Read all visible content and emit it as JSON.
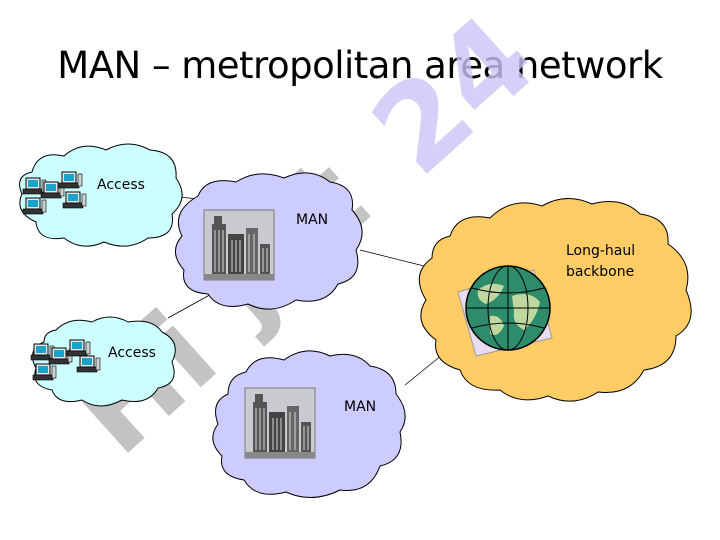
{
  "title": "MAN – metropolitan area network",
  "watermark": {
    "line1": "Hi",
    "line2": "jst",
    "line3": "24"
  },
  "nodes": {
    "access_top": "Access",
    "access_bottom": "Access",
    "man_top": "MAN",
    "man_bottom": "MAN",
    "backbone_line1": "Long-haul",
    "backbone_line2": "backbone"
  },
  "colors": {
    "access_cloud": "#ccffff",
    "man_cloud": "#ccccff",
    "backbone_cloud": "#ffcc66",
    "watermark_grey": "#b4b4b4",
    "watermark_violet": "#cdc3f5",
    "outline": "#000000"
  },
  "icons": [
    "computer-cluster-icon",
    "office-buildings-icon",
    "globe-icon"
  ]
}
